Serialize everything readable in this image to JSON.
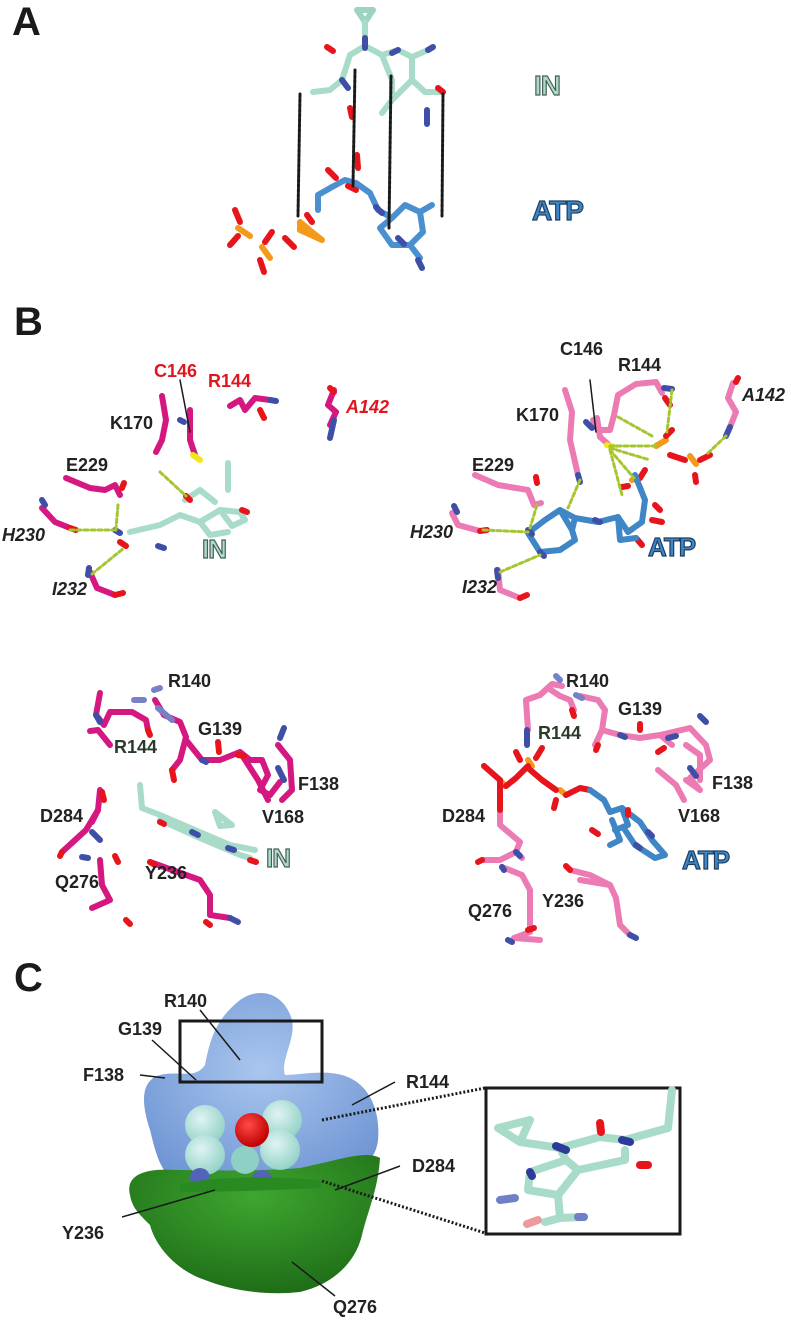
{
  "panels": {
    "A": {
      "letter": "A",
      "labels": {
        "ligand": "IN",
        "nucleotide": "ATP"
      }
    },
    "B": {
      "letter": "B",
      "top_left": {
        "ligand_label": "IN",
        "residues": [
          "C146",
          "R144",
          "A142",
          "K170",
          "E229",
          "H230",
          "I232"
        ]
      },
      "top_right": {
        "ligand_label": "ATP",
        "residues": [
          "C146",
          "R144",
          "A142",
          "K170",
          "E229",
          "H230",
          "I232"
        ]
      },
      "bottom_left": {
        "ligand_label": "IN",
        "residues": [
          "R140",
          "G139",
          "R144",
          "F138",
          "V168",
          "D284",
          "Q276",
          "Y236"
        ]
      },
      "bottom_right": {
        "ligand_label": "ATP",
        "residues": [
          "R140",
          "G139",
          "R144",
          "F138",
          "V168",
          "D284",
          "Q276",
          "Y236"
        ]
      }
    },
    "C": {
      "letter": "C",
      "residues": [
        "R140",
        "G139",
        "F138",
        "R144",
        "D284",
        "Y236",
        "Q276"
      ]
    }
  },
  "colors": {
    "ligand_IN": "#a9dcc8",
    "atp": "#3f86c6",
    "residue_dark": "#d5187f",
    "residue_light": "#ec7ab3",
    "oxygen": "#e8141c",
    "nitrogen": "#3f4fa8",
    "phosphorus": "#f39a1b",
    "sulfur": "#f2e51a",
    "hbond": "#a5c630",
    "surface_blue": "#8fb1e2",
    "surface_green": "#2f8f26",
    "red_label": "#e0161f"
  }
}
